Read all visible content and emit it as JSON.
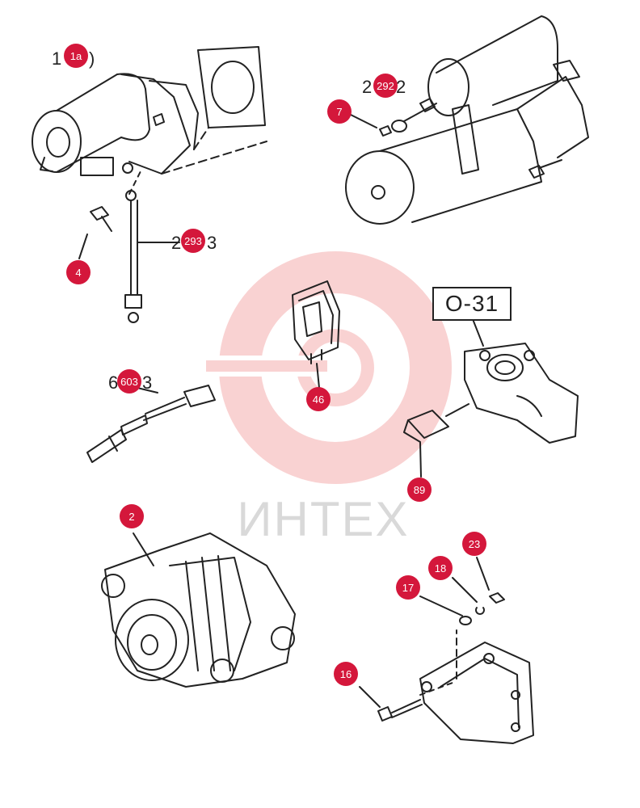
{
  "colors": {
    "callout": "#d4173b",
    "line": "#222222",
    "watermark": "#f4b8b8"
  },
  "watermark": {
    "text": "ИНТЕХ"
  },
  "reference_box": {
    "label": "O-31"
  },
  "callouts": [
    {
      "id": "1a",
      "label": "1a"
    },
    {
      "id": "292",
      "label": "292"
    },
    {
      "id": "7",
      "label": "7"
    },
    {
      "id": "4",
      "label": "4"
    },
    {
      "id": "293",
      "label": "293"
    },
    {
      "id": "46",
      "label": "46"
    },
    {
      "id": "603",
      "label": "603"
    },
    {
      "id": "89",
      "label": "89"
    },
    {
      "id": "2",
      "label": "2"
    },
    {
      "id": "23",
      "label": "23"
    },
    {
      "id": "18",
      "label": "18"
    },
    {
      "id": "17",
      "label": "17"
    },
    {
      "id": "16",
      "label": "16"
    }
  ]
}
